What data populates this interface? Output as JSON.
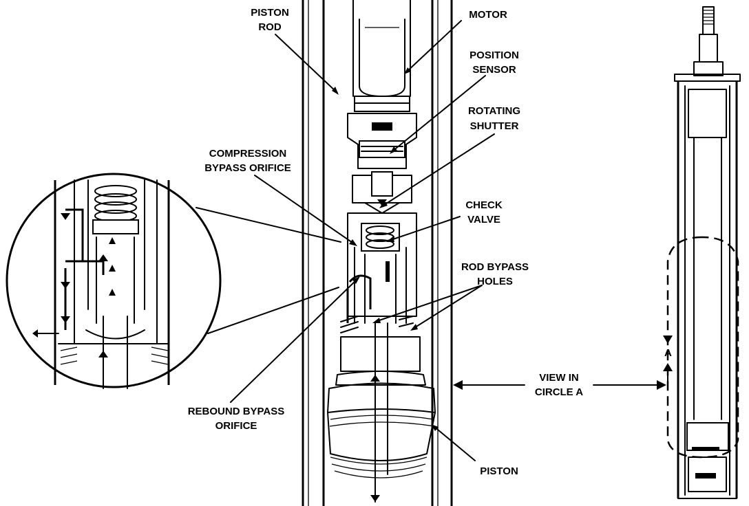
{
  "labels": {
    "piston_rod": [
      "PISTON",
      "ROD"
    ],
    "motor": [
      "MOTOR"
    ],
    "position_sensor": [
      "POSITION",
      "SENSOR"
    ],
    "rotating_shutter": [
      "ROTATING",
      "SHUTTER"
    ],
    "compression_bypass": [
      "COMPRESSION",
      "BYPASS ORIFICE"
    ],
    "check_valve": [
      "CHECK",
      "VALVE"
    ],
    "rod_bypass_holes": [
      "ROD BYPASS",
      "HOLES"
    ],
    "view_in_circle": [
      "VIEW IN",
      "CIRCLE A"
    ],
    "rebound_bypass": [
      "REBOUND BYPASS",
      "ORIFICE"
    ],
    "piston": [
      "PISTON"
    ],
    "section_marker": "A"
  }
}
